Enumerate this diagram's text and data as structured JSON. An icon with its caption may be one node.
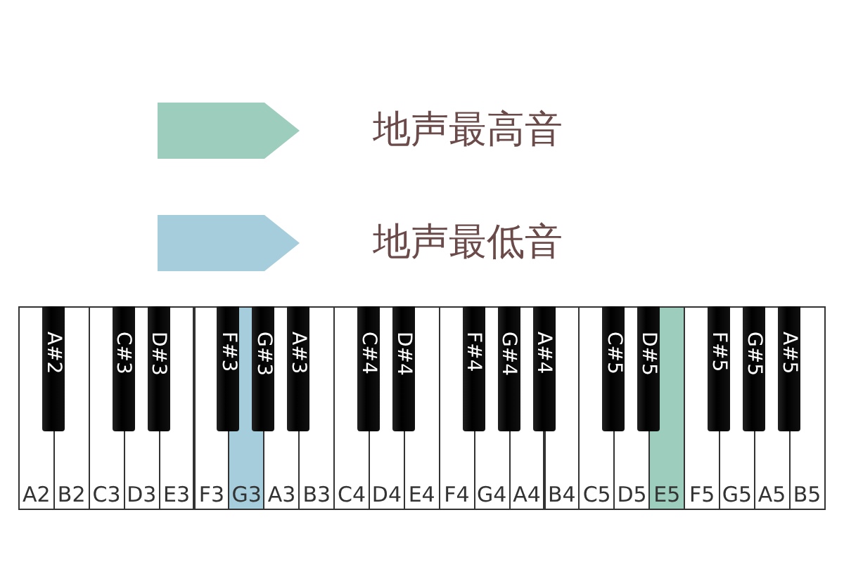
{
  "diagram": {
    "labels": [
      "A#2",
      "C#3",
      "D#3",
      "F#3",
      "G#3",
      "A#3",
      "C#4",
      "D#4",
      "F#4",
      "G#4",
      "A#4",
      "C#5",
      "D#5",
      "F#5",
      "G#5",
      "A#5",
      "A2",
      "B2",
      "C3",
      "D3",
      "E3",
      "F3",
      "G3",
      "A3",
      "B3",
      "C4",
      "D4",
      "E4",
      "F4",
      "G4",
      "A4",
      "B4",
      "C5",
      "D5",
      "E5",
      "F5",
      "G5",
      "A5",
      "B5"
    ],
    "legend": [
      {
        "text": "地声最高音",
        "color": "#9dcdbd"
      },
      {
        "text": "地声最低音",
        "color": "#a6cddb"
      }
    ]
  }
}
